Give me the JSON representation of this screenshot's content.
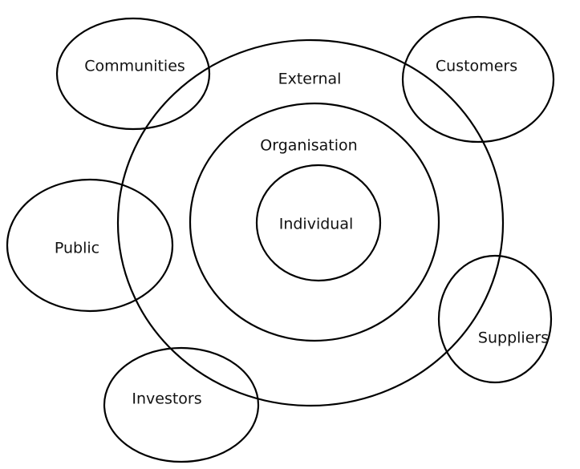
{
  "diagram": {
    "inner_rings": {
      "individual": "Individual",
      "organisation": "Organisation",
      "external": "External"
    },
    "stakeholders": {
      "communities": "Communities",
      "customers": "Customers",
      "public": "Public",
      "suppliers": "Suppliers",
      "investors": "Investors"
    }
  }
}
